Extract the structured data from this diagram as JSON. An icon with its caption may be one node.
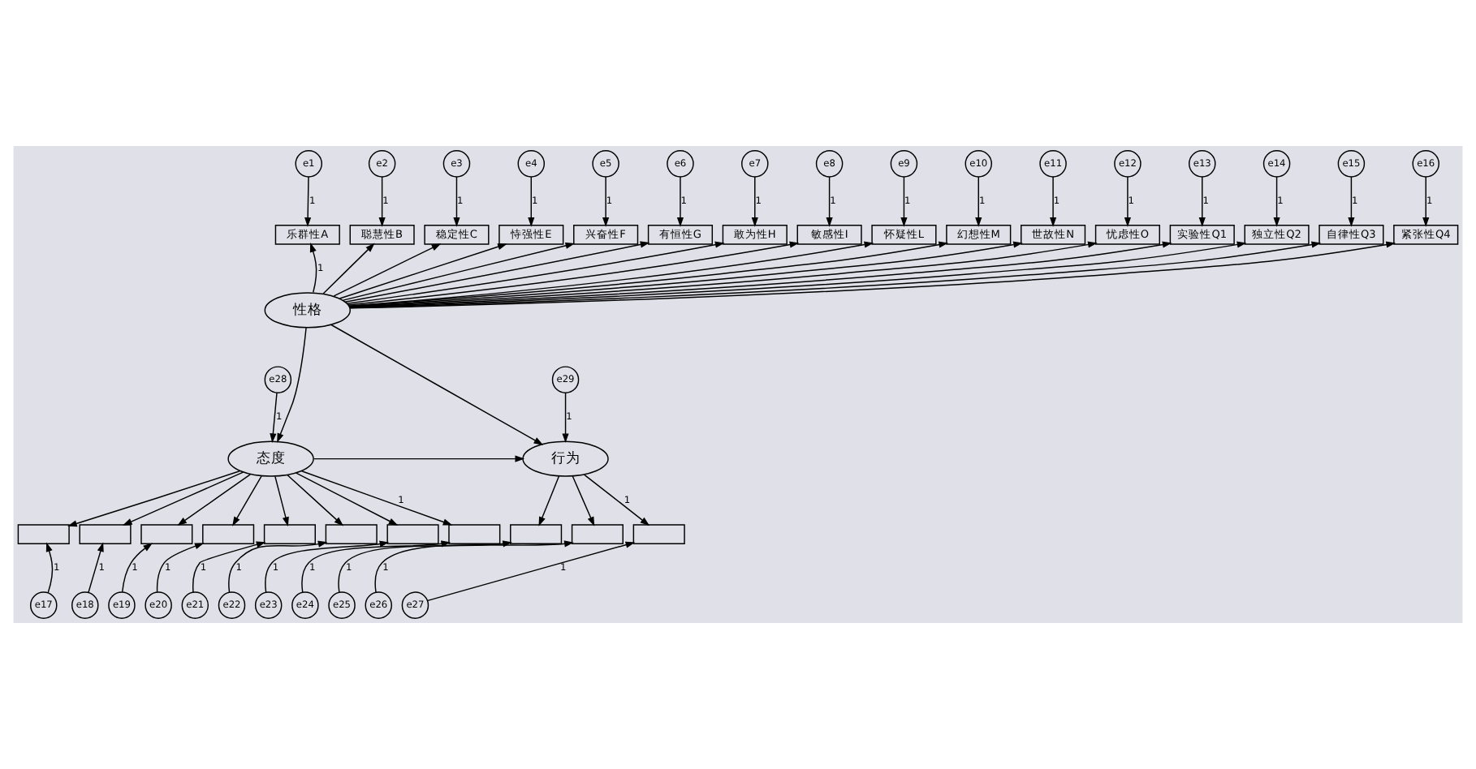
{
  "diagram": {
    "nodes": [
      {
        "text": [
          "e1"
        ]
      },
      {
        "text": [
          "e2"
        ]
      },
      {
        "text": [
          "e3"
        ]
      },
      {
        "text": [
          "e4"
        ]
      },
      {
        "text": [
          "e5"
        ]
      },
      {
        "text": [
          "e6"
        ]
      },
      {
        "text": [
          "e7"
        ]
      },
      {
        "text": [
          "e8"
        ]
      },
      {
        "text": [
          "e9"
        ]
      },
      {
        "text": [
          "e10"
        ]
      },
      {
        "text": [
          "e11"
        ]
      },
      {
        "text": [
          "e12"
        ]
      },
      {
        "text": [
          "e13"
        ]
      },
      {
        "text": [
          "e14"
        ]
      },
      {
        "text": [
          "e15"
        ]
      },
      {
        "text": [
          "e16"
        ]
      },
      {
        "text": [
          "乐群性A"
        ]
      },
      {
        "text": [
          "聪慧性B"
        ]
      },
      {
        "text": [
          "稳定性C"
        ]
      },
      {
        "text": [
          "恃强性E"
        ]
      },
      {
        "text": [
          "兴奋性F"
        ]
      },
      {
        "text": [
          "有恒性G"
        ]
      },
      {
        "text": [
          "敢为性H"
        ]
      },
      {
        "text": [
          "敏感性I"
        ]
      },
      {
        "text": [
          "怀疑性L"
        ]
      },
      {
        "text": [
          "幻想性M"
        ]
      },
      {
        "text": [
          "世故性N"
        ]
      },
      {
        "text": [
          "忧虑性O"
        ]
      },
      {
        "text": [
          "实验性Q1"
        ]
      },
      {
        "text": [
          "独立性Q2"
        ]
      },
      {
        "text": [
          "自律性Q3"
        ]
      },
      {
        "text": [
          "紧张性Q4"
        ]
      },
      {
        "text": [
          "性格"
        ]
      },
      {
        "text": [
          "e28"
        ]
      },
      {
        "text": [
          "态度"
        ]
      },
      {
        "text": [
          "e29"
        ]
      },
      {
        "text": [
          "行为"
        ]
      },
      {
        "text": [],
        "shape": "box"
      },
      {
        "text": [],
        "shape": "box"
      },
      {
        "text": [],
        "shape": "box"
      },
      {
        "text": [],
        "shape": "box"
      },
      {
        "text": [],
        "shape": "box"
      },
      {
        "text": [],
        "shape": "box"
      },
      {
        "text": [],
        "shape": "box"
      },
      {
        "text": [],
        "shape": "box"
      },
      {
        "text": [],
        "shape": "box"
      },
      {
        "text": [],
        "shape": "box"
      },
      {
        "text": [],
        "shape": "box"
      },
      {
        "text": [
          "e17"
        ]
      },
      {
        "text": [
          "e18"
        ]
      },
      {
        "text": [
          "e19"
        ]
      },
      {
        "text": [
          "e20"
        ]
      },
      {
        "text": [
          "e21"
        ]
      },
      {
        "text": [
          "e22"
        ]
      },
      {
        "text": [
          "e23"
        ]
      },
      {
        "text": [
          "e24"
        ]
      },
      {
        "text": [
          "e25"
        ]
      },
      {
        "text": [
          "e26"
        ]
      },
      {
        "text": [
          "e27"
        ]
      }
    ],
    "edges": [
      {
        "from": 0,
        "to": 16,
        "arrow": "to",
        "label": "1"
      },
      {
        "from": 1,
        "to": 17,
        "arrow": "to",
        "label": "1"
      },
      {
        "from": 2,
        "to": 18,
        "arrow": "to",
        "label": "1"
      },
      {
        "from": 3,
        "to": 19,
        "arrow": "to",
        "label": "1"
      },
      {
        "from": 4,
        "to": 20,
        "arrow": "to",
        "label": "1"
      },
      {
        "from": 5,
        "to": 21,
        "arrow": "to",
        "label": "1"
      },
      {
        "from": 6,
        "to": 22,
        "arrow": "to",
        "label": "1"
      },
      {
        "from": 7,
        "to": 23,
        "arrow": "to",
        "label": "1"
      },
      {
        "from": 8,
        "to": 24,
        "arrow": "to",
        "label": "1"
      },
      {
        "from": 9,
        "to": 25,
        "arrow": "to",
        "label": "1"
      },
      {
        "from": 10,
        "to": 26,
        "arrow": "to",
        "label": "1"
      },
      {
        "from": 11,
        "to": 27,
        "arrow": "to",
        "label": "1"
      },
      {
        "from": 12,
        "to": 28,
        "arrow": "to",
        "label": "1"
      },
      {
        "from": 13,
        "to": 29,
        "arrow": "to",
        "label": "1"
      },
      {
        "from": 14,
        "to": 30,
        "arrow": "to",
        "label": "1"
      },
      {
        "from": 15,
        "to": 31,
        "arrow": "to",
        "label": "1"
      },
      {
        "from": 32,
        "to": 16,
        "arrow": "to",
        "label": "1"
      },
      {
        "from": 32,
        "to": 17,
        "arrow": "to"
      },
      {
        "from": 32,
        "to": 18,
        "arrow": "to"
      },
      {
        "from": 32,
        "to": 19,
        "arrow": "to"
      },
      {
        "from": 32,
        "to": 20,
        "arrow": "to"
      },
      {
        "from": 32,
        "to": 21,
        "arrow": "to"
      },
      {
        "from": 32,
        "to": 22,
        "arrow": "to"
      },
      {
        "from": 32,
        "to": 23,
        "arrow": "to"
      },
      {
        "from": 32,
        "to": 24,
        "arrow": "to"
      },
      {
        "from": 32,
        "to": 25,
        "arrow": "to"
      },
      {
        "from": 32,
        "to": 26,
        "arrow": "to"
      },
      {
        "from": 32,
        "to": 27,
        "arrow": "to"
      },
      {
        "from": 32,
        "to": 28,
        "arrow": "to"
      },
      {
        "from": 32,
        "to": 29,
        "arrow": "to"
      },
      {
        "from": 32,
        "to": 30,
        "arrow": "to"
      },
      {
        "from": 32,
        "to": 31,
        "arrow": "to"
      },
      {
        "from": 32,
        "to": 34,
        "arrow": "to"
      },
      {
        "from": 32,
        "to": 36,
        "arrow": "to"
      },
      {
        "from": 34,
        "to": 36,
        "arrow": "to"
      },
      {
        "from": 33,
        "to": 34,
        "arrow": "to",
        "label": "1"
      },
      {
        "from": 35,
        "to": 36,
        "arrow": "to",
        "label": "1"
      },
      {
        "from": 34,
        "to": 37,
        "arrow": "to"
      },
      {
        "from": 34,
        "to": 38,
        "arrow": "to"
      },
      {
        "from": 34,
        "to": 39,
        "arrow": "to"
      },
      {
        "from": 34,
        "to": 40,
        "arrow": "to"
      },
      {
        "from": 34,
        "to": 41,
        "arrow": "to"
      },
      {
        "from": 34,
        "to": 42,
        "arrow": "to"
      },
      {
        "from": 34,
        "to": 43,
        "arrow": "to"
      },
      {
        "from": 34,
        "to": 44,
        "arrow": "to",
        "label": "1"
      },
      {
        "from": 36,
        "to": 45,
        "arrow": "to"
      },
      {
        "from": 36,
        "to": 46,
        "arrow": "to"
      },
      {
        "from": 36,
        "to": 47,
        "arrow": "to",
        "label": "1"
      },
      {
        "from": 48,
        "to": 37,
        "arrow": "to",
        "label": "1"
      },
      {
        "from": 49,
        "to": 38,
        "arrow": "to",
        "label": "1"
      },
      {
        "from": 50,
        "to": 39,
        "arrow": "to",
        "label": "1"
      },
      {
        "from": 51,
        "to": 40,
        "arrow": "to",
        "label": "1"
      },
      {
        "from": 52,
        "to": 41,
        "arrow": "to",
        "label": "1"
      },
      {
        "from": 53,
        "to": 42,
        "arrow": "to",
        "label": "1"
      },
      {
        "from": 54,
        "to": 43,
        "arrow": "to",
        "label": "1"
      },
      {
        "from": 55,
        "to": 44,
        "arrow": "to",
        "label": "1"
      },
      {
        "from": 56,
        "to": 45,
        "arrow": "to",
        "label": "1"
      },
      {
        "from": 57,
        "to": 46,
        "arrow": "to",
        "label": "1"
      },
      {
        "from": 58,
        "to": 47,
        "arrow": "to",
        "label": "1"
      }
    ]
  }
}
